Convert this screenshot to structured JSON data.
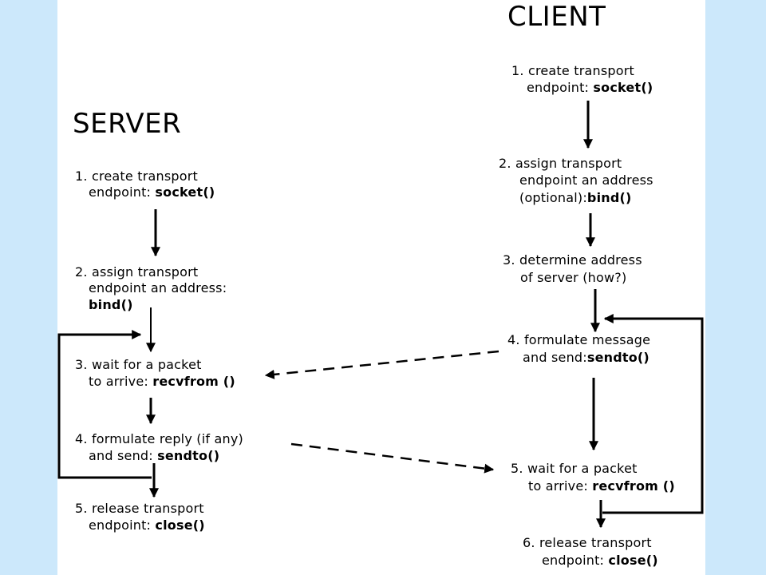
{
  "colors": {
    "page_background": "#cce8fb",
    "panel_background": "#ffffff",
    "ink": "#000000"
  },
  "server": {
    "title": "SERVER",
    "step1": {
      "line1": "1. create transport",
      "line2": "endpoint: ",
      "call": "socket()"
    },
    "step2": {
      "line1": "2. assign transport",
      "line2": "endpoint an address:",
      "call": "bind()"
    },
    "step3": {
      "line1": "3. wait for a packet",
      "line2": "to arrive: ",
      "call": "recvfrom ()"
    },
    "step4": {
      "line1": "4. formulate reply (if any)",
      "line2": "and send: ",
      "call": "sendto()"
    },
    "step5": {
      "line1": "5. release transport",
      "line2": "endpoint: ",
      "call": "close()"
    }
  },
  "client": {
    "title": "CLIENT",
    "step1": {
      "line1": "1. create transport",
      "line2": "endpoint: ",
      "call": "socket()"
    },
    "step2": {
      "line1": "2. assign transport",
      "line2": "endpoint an address",
      "line3": "(optional):",
      "call": "bind()"
    },
    "step3": {
      "line1": "3. determine address",
      "line2": "of server (how?)"
    },
    "step4": {
      "line1": "4. formulate message",
      "line2": "and send:",
      "call": "sendto()"
    },
    "step5": {
      "line1": "5. wait for a packet",
      "line2": "to arrive: ",
      "call": "recvfrom ()"
    },
    "step6": {
      "line1": "6. release transport",
      "line2": "endpoint: ",
      "call": "close()"
    }
  }
}
